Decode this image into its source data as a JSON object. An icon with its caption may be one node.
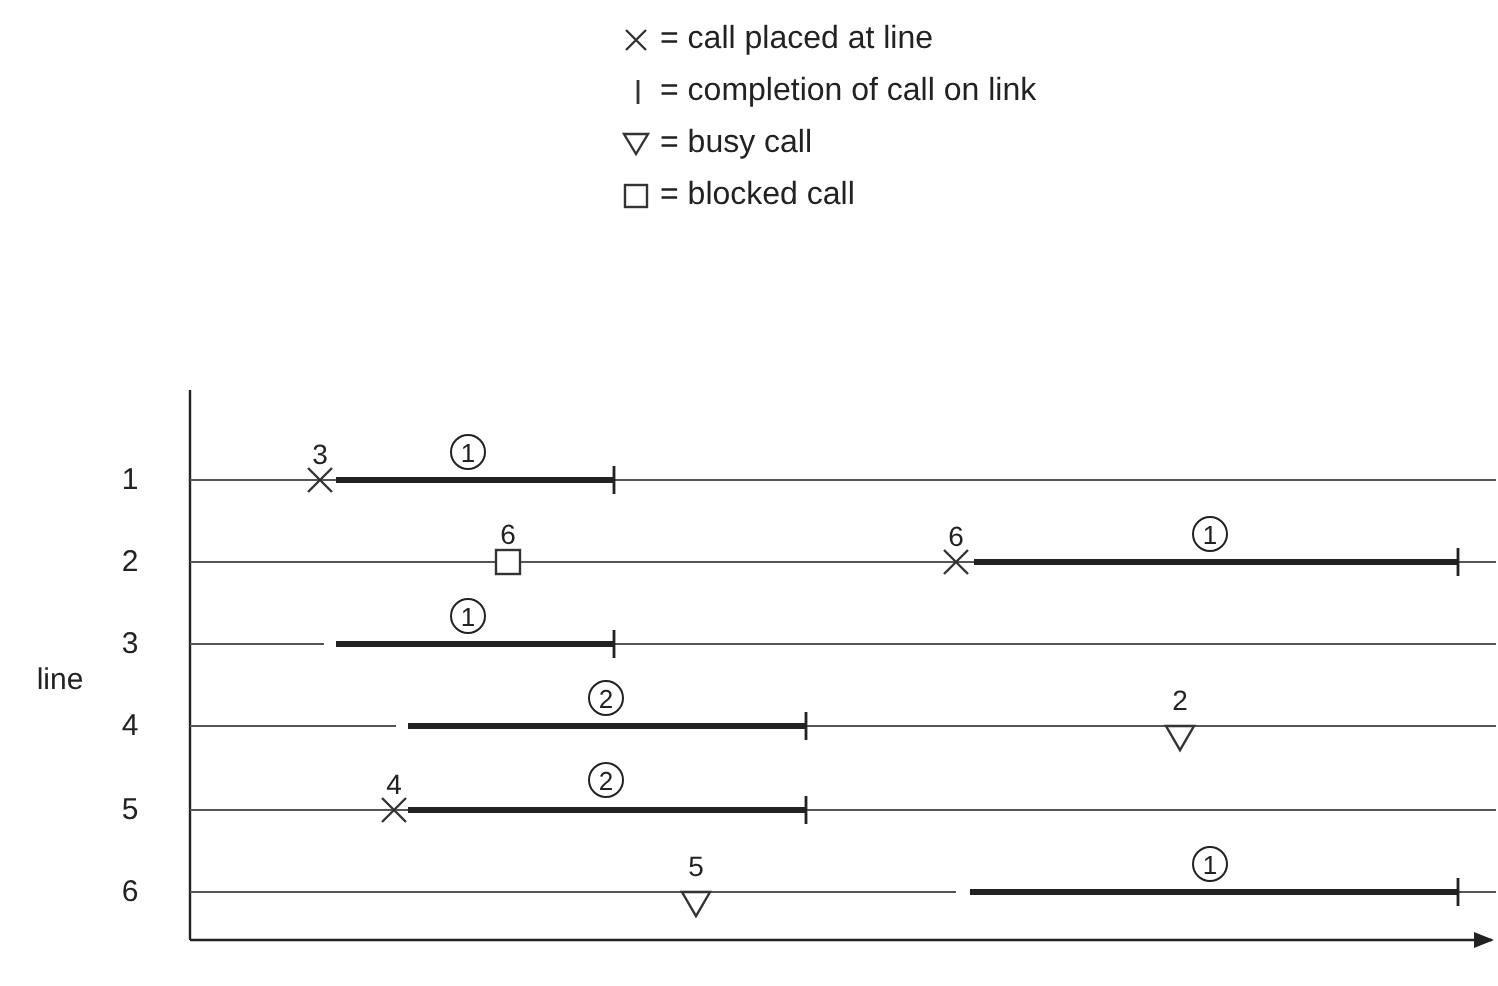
{
  "diagram": {
    "labels": [
      "line",
      "1",
      "3",
      "1",
      "2",
      "6",
      "6",
      "1",
      "3",
      "1",
      "4",
      "2",
      "2",
      "5",
      "4",
      "2",
      "6",
      "5",
      "1"
    ],
    "legend": [
      {
        "text": "= call placed at line"
      },
      {
        "text": "= completion of call on link"
      },
      {
        "text": "= busy call"
      },
      {
        "text": "= blocked call"
      }
    ]
  }
}
